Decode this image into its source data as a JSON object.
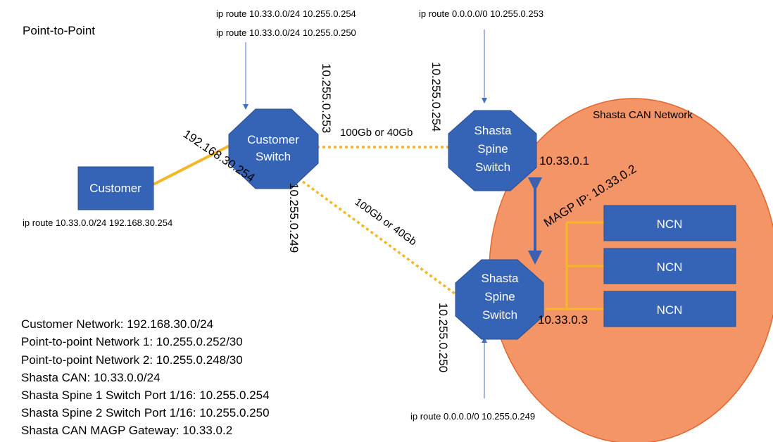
{
  "title": "Point-to-Point",
  "colors": {
    "node_fill": "#3563b5",
    "node_stroke": "#2a4f90",
    "link_orange": "#f5b72a",
    "can_fill": "#f39567",
    "can_stroke": "#e0662e",
    "bracket": "#3d5fb0",
    "arrow": "#4472c4"
  },
  "nodes": {
    "customer": "Customer",
    "customer_switch": [
      "Customer",
      "Switch"
    ],
    "spine1": [
      "Shasta",
      "Spine",
      "Switch"
    ],
    "spine2": [
      "Shasta",
      "Spine",
      "Switch"
    ],
    "ncn": [
      "NCN",
      "NCN",
      "NCN"
    ]
  },
  "network_label": "Shasta CAN Network",
  "routes": {
    "customer_switch_1": "ip route 10.33.0.0/24 10.255.0.254",
    "customer_switch_2": "ip route 10.33.0.0/24 10.255.0.250",
    "spine1": "ip route 0.0.0.0/0 10.255.0.253",
    "spine2": "ip route 0.0.0.0/0 10.255.0.249",
    "customer": "ip route 10.33.0.0/24 192.168.30.254"
  },
  "ips": {
    "customer_side": "192.168.30.254",
    "cs_to_spine1": "10.255.0.253",
    "cs_to_spine2": "10.255.0.249",
    "spine1_port": "10.255.0.254",
    "spine2_port": "10.255.0.250",
    "spine1_can": "10.33.0.1",
    "spine2_can": "10.33.0.3",
    "magp": "MAGP IP: 10.33.0.2"
  },
  "links": {
    "link1": "100Gb or 40Gb",
    "link2": "100Gb or 40Gb"
  },
  "legend": [
    "Customer Network: 192.168.30.0/24",
    "Point-to-point Network 1: 10.255.0.252/30",
    "Point-to-point Network 2: 10.255.0.248/30",
    "Shasta CAN: 10.33.0.0/24",
    "Shasta Spine 1 Switch Port 1/16: 10.255.0.254",
    "Shasta Spine 2 Switch Port 1/16: 10.255.0.250",
    "Shasta CAN MAGP Gateway: 10.33.0.2"
  ]
}
